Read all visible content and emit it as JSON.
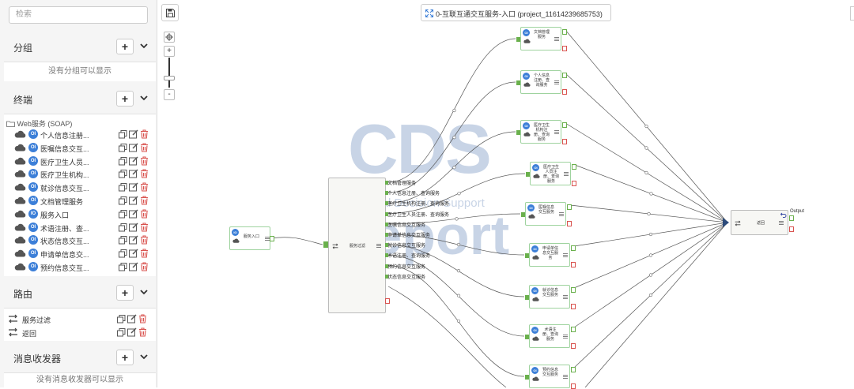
{
  "sidebar": {
    "search_placeholder": "检索",
    "groups": {
      "title": "分组",
      "empty": "没有分组可以显示"
    },
    "endpoints": {
      "title": "终端",
      "folder": "Web服务 (SOAP)",
      "items": [
        {
          "label": "个人信息注册...",
          "badge": "OI"
        },
        {
          "label": "医嘱信息交互...",
          "badge": "OI"
        },
        {
          "label": "医疗卫生人员...",
          "badge": "OI"
        },
        {
          "label": "医疗卫生机构...",
          "badge": "OI"
        },
        {
          "label": "就诊信息交互...",
          "badge": "OI"
        },
        {
          "label": "文档管理服务",
          "badge": "OI"
        },
        {
          "label": "服务入口",
          "badge": "IO"
        },
        {
          "label": "术语注册、查...",
          "badge": "OI"
        },
        {
          "label": "状态信息交互...",
          "badge": "OI"
        },
        {
          "label": "申请单信息交...",
          "badge": "OI"
        },
        {
          "label": "预约信息交互...",
          "badge": "OI"
        }
      ]
    },
    "routes": {
      "title": "路由",
      "items": [
        "服务过滤",
        "返回"
      ]
    },
    "transceivers": {
      "title": "消息收发器",
      "empty": "没有消息收发器可以显示"
    }
  },
  "toolbar": {
    "project_title": "0-互联互通交互服务-入口 (project_11614239685753)"
  },
  "canvas": {
    "watermark": {
      "line1": "CDS",
      "line2": "Clinical Decision Support",
      "line3": "report"
    },
    "entry_node": {
      "badge": "IO",
      "label": "服务入口"
    },
    "filter_node": {
      "label": "服务过滤"
    },
    "filter_outputs": [
      "文档管理服务",
      "个人信息注册、查询服务",
      "医疗卫生机构注册、查询服务",
      "医疗卫生人员注册、查询服务",
      "医嘱信息交互服务",
      "申请单信息交互服务",
      "就诊信息交互服务",
      "术语注册、查询服务",
      "预约信息交互服务",
      "状态信息交互服务"
    ],
    "service_nodes": [
      {
        "badge": "OI",
        "label": "文档管理服务"
      },
      {
        "badge": "OI",
        "label": "个人信息注册、查询服务"
      },
      {
        "badge": "OI",
        "label": "医疗卫生机构注册、查询服务"
      },
      {
        "badge": "OI",
        "label": "医疗卫生人员注册、查询服务"
      },
      {
        "badge": "OI",
        "label": "医嘱信息交互服务"
      },
      {
        "badge": "OI",
        "label": "申请单信息交互服务"
      },
      {
        "badge": "OI",
        "label": "就诊信息交互服务"
      },
      {
        "badge": "OI",
        "label": "术语注册、查询服务"
      },
      {
        "badge": "OI",
        "label": "预约信息交互服务"
      }
    ],
    "return_node": {
      "label": "返回",
      "output": "Output"
    }
  }
}
